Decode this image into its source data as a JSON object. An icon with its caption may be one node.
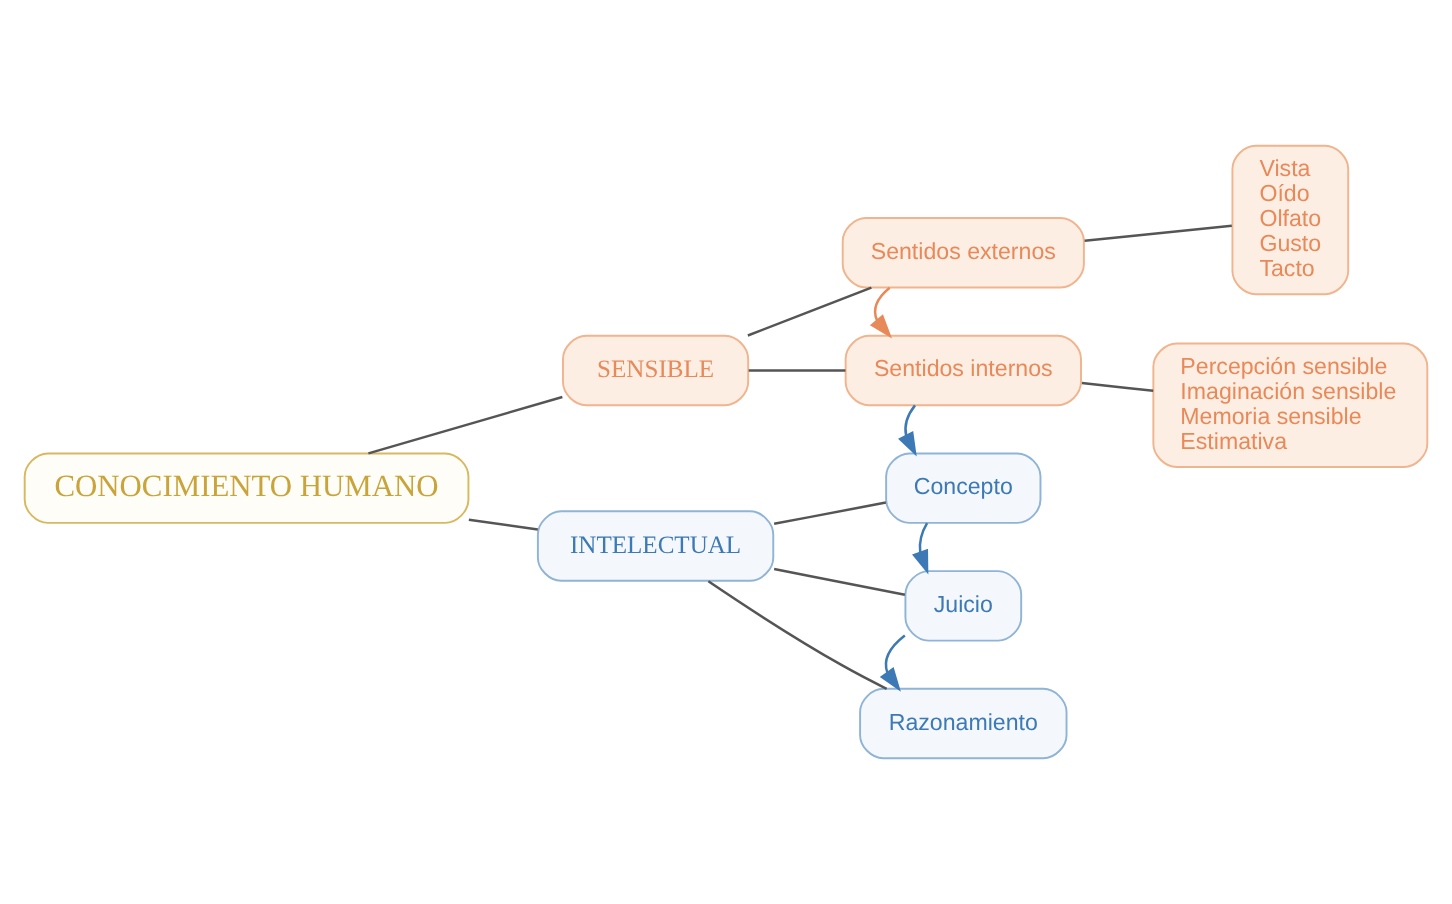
{
  "diagram": {
    "nodes": [
      {
        "text": [
          "CONOCIMIENTO HUMANO"
        ]
      },
      {
        "text": [
          "INTELECTUAL"
        ]
      },
      {
        "text": [
          "Razonamiento"
        ]
      },
      {
        "text": [
          "Juicio"
        ]
      },
      {
        "text": [
          "Concepto"
        ]
      },
      {
        "text": [
          "SENSIBLE"
        ]
      },
      {
        "text": [
          "Sentidos internos"
        ]
      },
      {
        "text": [
          "Percepción sensible",
          "Imaginación sensible",
          "Memoria sensible",
          "Estimativa"
        ]
      },
      {
        "text": [
          "Sentidos externos"
        ]
      },
      {
        "text": [
          "Vista",
          "Oído",
          "Olfato",
          "Gusto",
          "Tacto"
        ]
      }
    ],
    "edges": [
      {
        "from": 0,
        "to": 1,
        "arrow": "none"
      },
      {
        "from": 0,
        "to": 5,
        "arrow": "none"
      },
      {
        "from": 1,
        "to": 2,
        "arrow": "none"
      },
      {
        "from": 1,
        "to": 3,
        "arrow": "none"
      },
      {
        "from": 1,
        "to": 4,
        "arrow": "none"
      },
      {
        "from": 3,
        "to": 2,
        "arrow": "to",
        "color": "#3d7ab5"
      },
      {
        "from": 4,
        "to": 3,
        "arrow": "to",
        "color": "#3d7ab5"
      },
      {
        "from": 6,
        "to": 4,
        "arrow": "to",
        "color": "#3d7ab5"
      },
      {
        "from": 5,
        "to": 6,
        "arrow": "none"
      },
      {
        "from": 5,
        "to": 8,
        "arrow": "none"
      },
      {
        "from": 8,
        "to": 6,
        "arrow": "to",
        "color": "#e8895a"
      },
      {
        "from": 6,
        "to": 7,
        "arrow": "none"
      },
      {
        "from": 8,
        "to": 9,
        "arrow": "none"
      }
    ]
  }
}
